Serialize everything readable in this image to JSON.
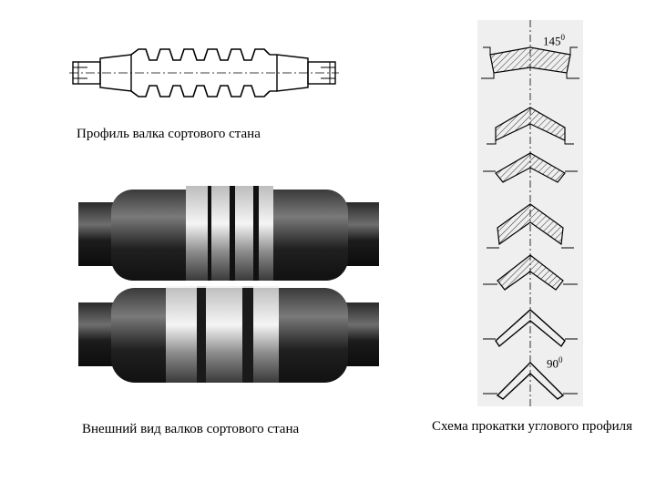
{
  "slide": {
    "roll_profile_caption": "Профиль валка сортового стана",
    "rolls_photo_caption": "Внешний вид валков сортового стана",
    "angle_scheme_caption": "Схема прокатки углового профиля",
    "angle_top": "145",
    "angle_top_degree": "0",
    "angle_bottom": "90",
    "angle_bottom_degree": "0"
  }
}
